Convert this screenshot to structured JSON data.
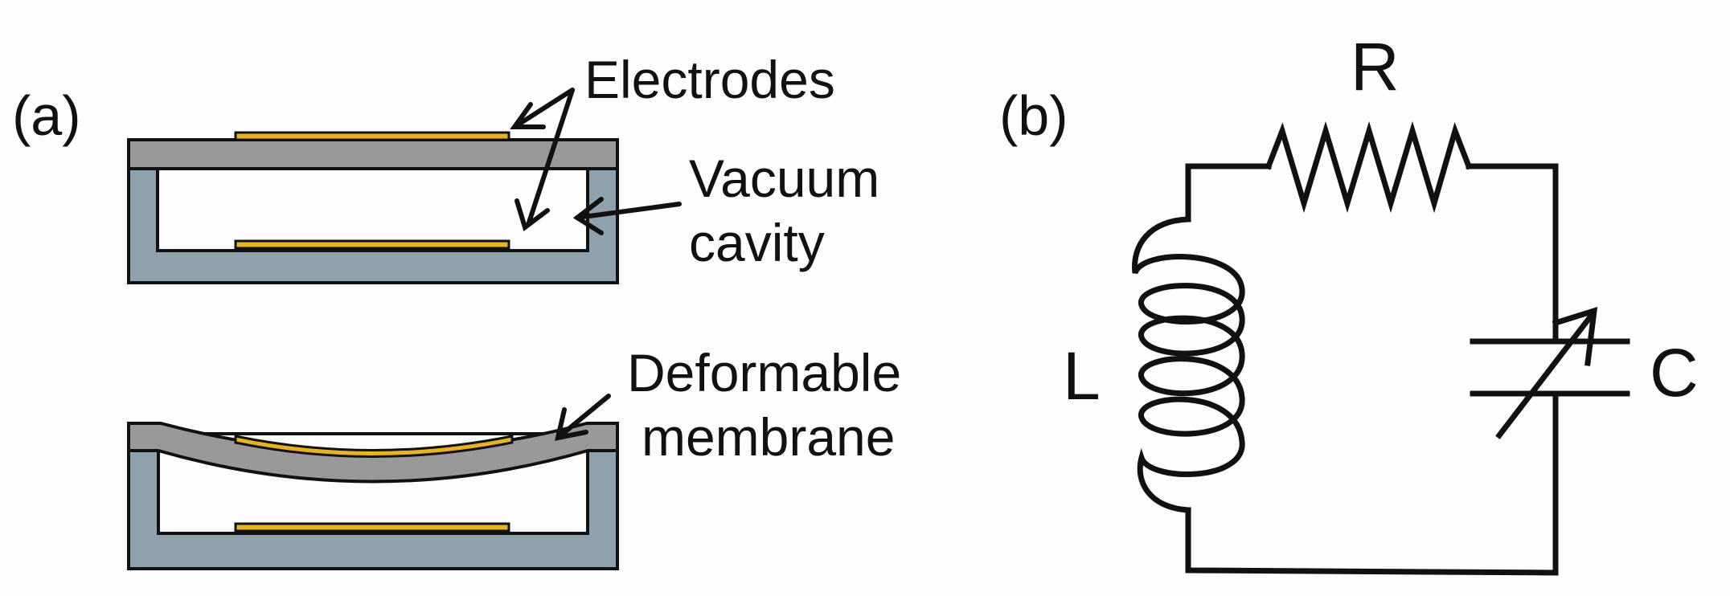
{
  "panel_a": {
    "label": "(a)",
    "electrodes_label": "Electrodes",
    "cavity_label_line1": "Vacuum",
    "cavity_label_line2": "cavity",
    "membrane_label_line1": "Deformable",
    "membrane_label_line2": "membrane"
  },
  "panel_b": {
    "label": "(b)",
    "resistor_label": "R",
    "inductor_label": "L",
    "capacitor_label": "C"
  },
  "colors": {
    "substrate": "#8fa1ad",
    "membrane": "#999999",
    "electrode": "#e6b422",
    "stroke": "#111111"
  }
}
